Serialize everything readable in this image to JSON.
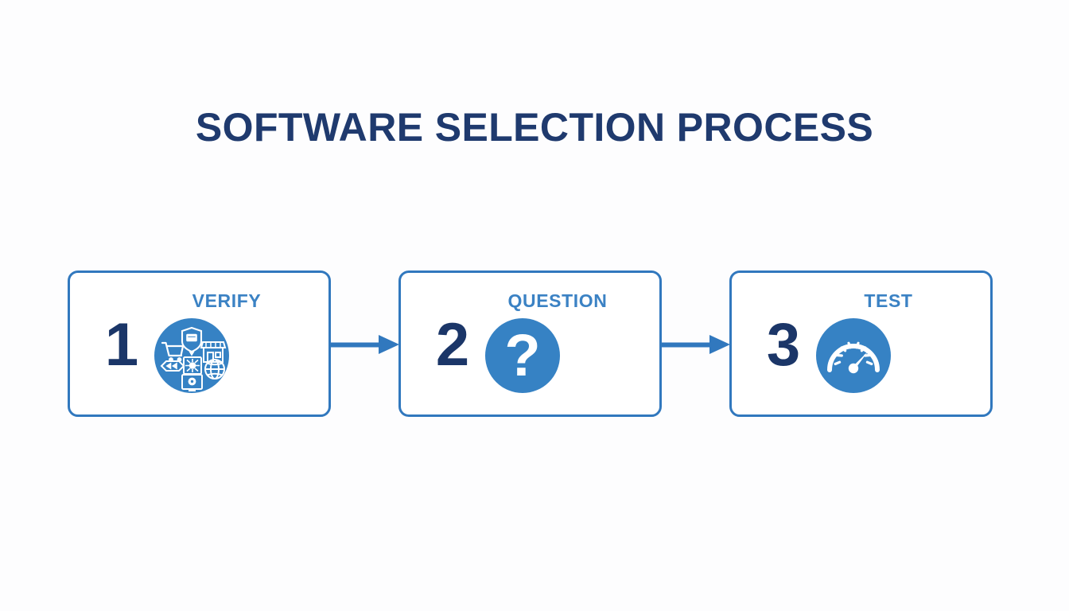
{
  "page": {
    "title": "SOFTWARE SELECTION PROCESS",
    "background_color": "#fdfdfe"
  },
  "theme": {
    "navy": "#1f3a6e",
    "number_navy": "#1b3668",
    "accent_blue": "#3178be",
    "label_blue": "#3b82c4",
    "circle_blue": "#3682c4",
    "card_fill": "#ffffff",
    "icon_white": "#ffffff"
  },
  "process": {
    "steps": [
      {
        "number": "1",
        "label": "VERIFY",
        "icon_name": "ecommerce-icon-cluster-icon",
        "icon_parts": [
          "shopping-cart-icon",
          "shield-card-icon",
          "storefront-icon",
          "package-box-icon",
          "globe-icon",
          "price-tag-icon",
          "monitor-camera-icon"
        ]
      },
      {
        "number": "2",
        "label": "QUESTION",
        "icon_name": "question-mark-icon",
        "icon_parts": [
          "question-mark-glyph"
        ]
      },
      {
        "number": "3",
        "label": "TEST",
        "icon_name": "speedometer-gauge-icon",
        "icon_parts": [
          "gauge-arc",
          "gauge-ticks",
          "gauge-needle",
          "gauge-hub"
        ]
      }
    ],
    "connectors": [
      {
        "icon_name": "arrow-right-icon",
        "from": "1",
        "to": "2"
      },
      {
        "icon_name": "arrow-right-icon",
        "from": "2",
        "to": "3"
      }
    ]
  }
}
